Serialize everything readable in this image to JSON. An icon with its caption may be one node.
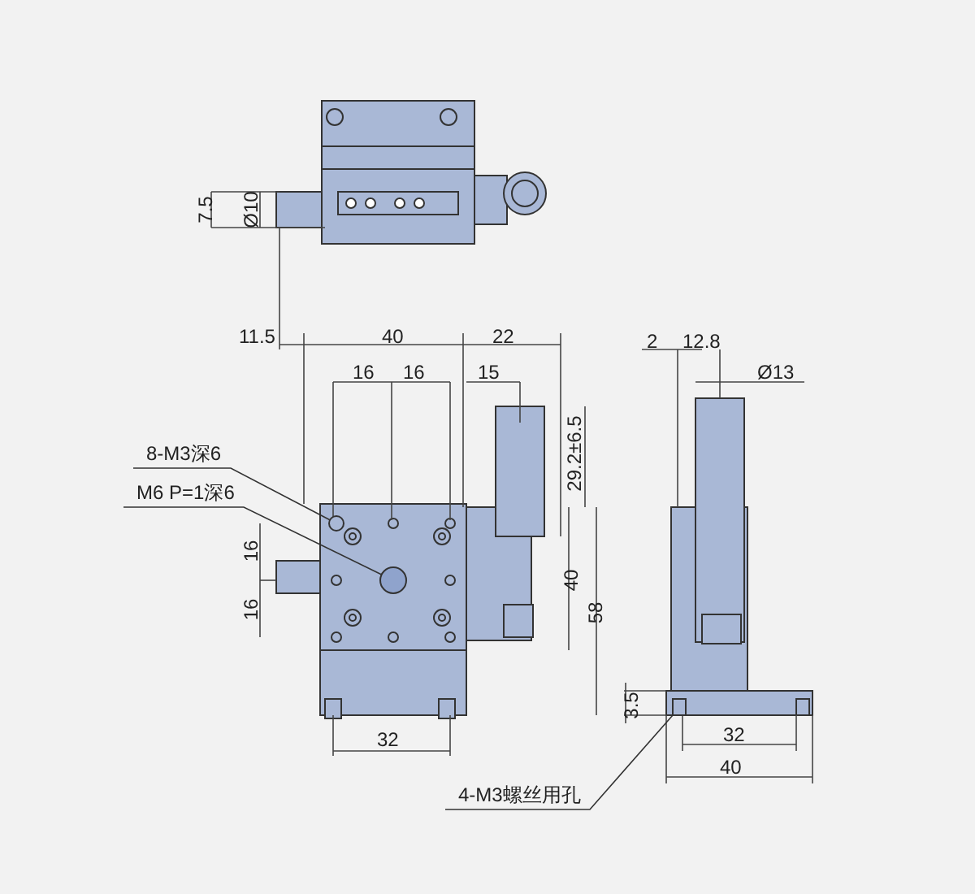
{
  "diagram": {
    "nodes": [
      {
        "text": [
          "8-M3深6"
        ]
      },
      {
        "text": [],
        "shape": "circle"
      },
      {
        "text": [
          "M6 P=1深6"
        ]
      },
      {
        "text": [],
        "shape": "circle"
      },
      {
        "text": [
          "4-M3螺丝用孔"
        ]
      },
      {
        "text": [],
        "shape": "box"
      }
    ],
    "edges": [
      {
        "from": 0,
        "to": 1,
        "arrow": "none"
      },
      {
        "from": 2,
        "to": 3,
        "arrow": "none"
      },
      {
        "from": 4,
        "to": 5,
        "arrow": "none"
      }
    ],
    "labels": [
      "7.5",
      "Ø10",
      "11.5",
      "40",
      "22",
      "2",
      "12.8",
      "16",
      "16",
      "15",
      "Ø13",
      "29.2±6.5",
      "16",
      "16",
      "40",
      "58",
      "3.5",
      "32",
      "32",
      "40"
    ]
  }
}
